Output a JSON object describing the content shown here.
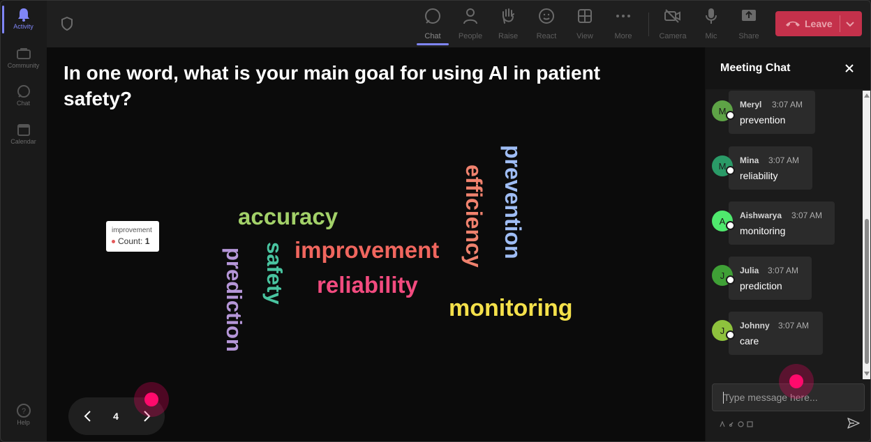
{
  "rail": {
    "items": [
      {
        "label": "Activity"
      },
      {
        "label": "Community"
      },
      {
        "label": "Chat"
      },
      {
        "label": "Calendar"
      },
      {
        "label": "Help"
      }
    ]
  },
  "toolbar": {
    "chat": "Chat",
    "people": "People",
    "raise": "Raise",
    "react": "React",
    "view": "View",
    "more": "More",
    "camera": "Camera",
    "mic": "Mic",
    "share": "Share",
    "leave": "Leave"
  },
  "question": "In one word, what is your main goal for using AI in patient safety?",
  "word_cloud": {
    "words": [
      {
        "text": "accuracy",
        "color": "#a3d169"
      },
      {
        "text": "improvement",
        "color": "#f0665e"
      },
      {
        "text": "reliability",
        "color": "#f24b7f"
      },
      {
        "text": "monitoring",
        "color": "#f4e04a"
      },
      {
        "text": "safety",
        "color": "#49c4a0"
      },
      {
        "text": "prediction",
        "color": "#b596d8"
      },
      {
        "text": "efficiency",
        "color": "#f0826e"
      },
      {
        "text": "prevention",
        "color": "#9fbdf5"
      }
    ]
  },
  "tooltip": {
    "word": "improvement",
    "count_label": "Count:",
    "count": "1"
  },
  "pager": {
    "page": "4"
  },
  "chat": {
    "title": "Meeting Chat",
    "input_placeholder": "Type message here...",
    "messages": [
      {
        "initial": "M",
        "name": "Meryl",
        "time": "3:07 AM",
        "text": "prevention",
        "avatar_color": "#5ea346"
      },
      {
        "initial": "M",
        "name": "Mina",
        "time": "3:07 AM",
        "text": "reliability",
        "avatar_color": "#2a9a67"
      },
      {
        "initial": "A",
        "name": "Aishwarya",
        "time": "3:07 AM",
        "text": "monitoring",
        "avatar_color": "#4fe86d"
      },
      {
        "initial": "J",
        "name": "Julia",
        "time": "3:07 AM",
        "text": "prediction",
        "avatar_color": "#3fa036"
      },
      {
        "initial": "J",
        "name": "Johnny",
        "time": "3:07 AM",
        "text": "care",
        "avatar_color": "#8ec23d"
      }
    ]
  },
  "colors": {
    "accent": "#7f85f5",
    "leave": "#c4314b",
    "cursor": "#ff0a6c"
  }
}
